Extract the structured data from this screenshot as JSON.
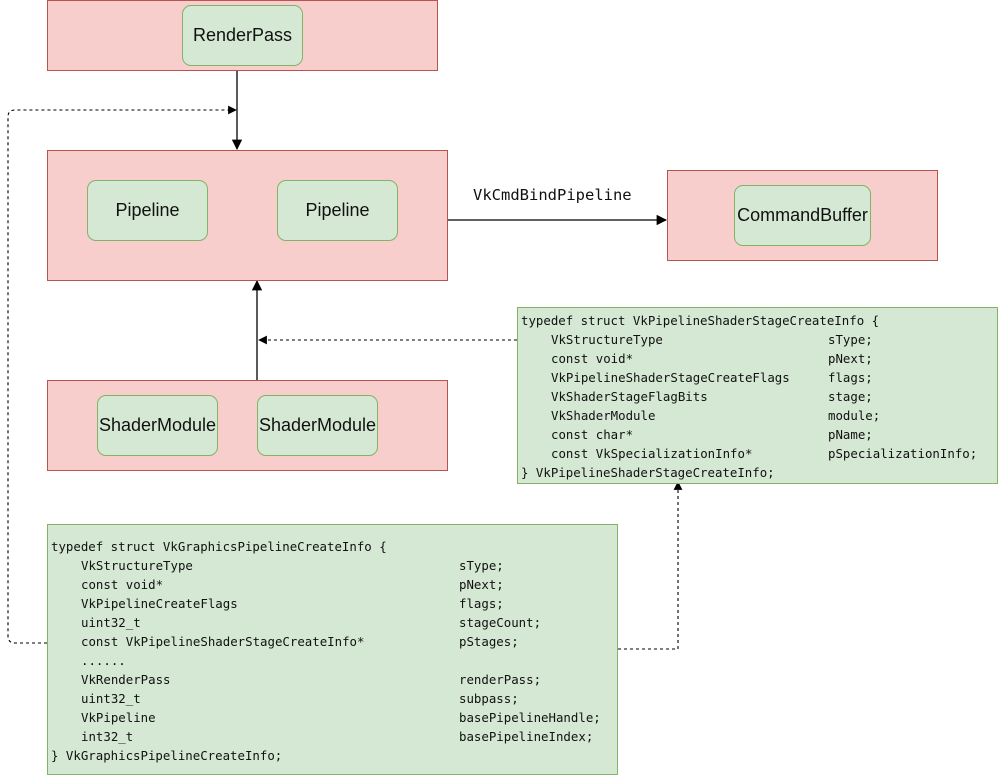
{
  "nodes": {
    "renderpass": "RenderPass",
    "pipeline_1": "Pipeline",
    "pipeline_2": "Pipeline",
    "commandbuffer": "CommandBuffer",
    "shadermodule_1": "ShaderModule",
    "shadermodule_2": "ShaderModule"
  },
  "edges": {
    "bind_label": "VkCmdBindPipeline"
  },
  "stage_struct": {
    "header": "typedef struct VkPipelineShaderStageCreateInfo {",
    "fields": [
      {
        "type": "VkStructureType",
        "name": "sType;"
      },
      {
        "type": "const void*",
        "name": "pNext;"
      },
      {
        "type": "VkPipelineShaderStageCreateFlags",
        "name": "flags;"
      },
      {
        "type": "VkShaderStageFlagBits",
        "name": "stage;"
      },
      {
        "type": "VkShaderModule",
        "name": "module;"
      },
      {
        "type": "const char*",
        "name": "pName;"
      },
      {
        "type": "const VkSpecializationInfo*",
        "name": "pSpecializationInfo;"
      }
    ],
    "footer": "} VkPipelineShaderStageCreateInfo;"
  },
  "graphics_struct": {
    "header": "typedef struct VkGraphicsPipelineCreateInfo {",
    "fields": [
      {
        "type": "VkStructureType",
        "name": "sType;"
      },
      {
        "type": "const void*",
        "name": "pNext;"
      },
      {
        "type": "VkPipelineCreateFlags",
        "name": "flags;"
      },
      {
        "type": "uint32_t",
        "name": "stageCount;"
      },
      {
        "type": "const VkPipelineShaderStageCreateInfo*",
        "name": "pStages;"
      },
      {
        "type": "......",
        "name": ""
      },
      {
        "type": "VkRenderPass",
        "name": "renderPass;"
      },
      {
        "type": "uint32_t",
        "name": "subpass;"
      },
      {
        "type": "VkPipeline",
        "name": "basePipelineHandle;"
      },
      {
        "type": "int32_t",
        "name": "basePipelineIndex;"
      }
    ],
    "footer": "} VkGraphicsPipelineCreateInfo;"
  }
}
